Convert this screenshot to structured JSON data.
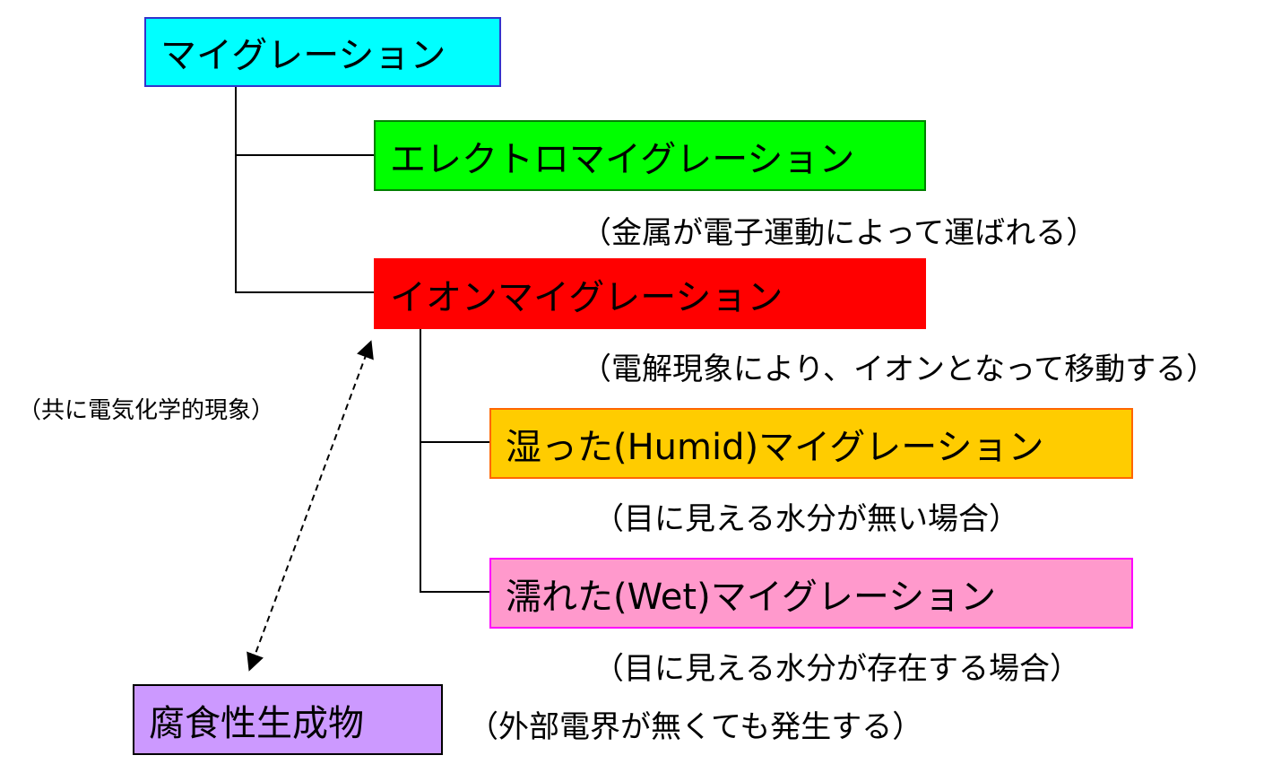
{
  "nodes": {
    "migration": {
      "label": "マイグレーション",
      "fill": "#00ffff",
      "border": "#3333cc"
    },
    "electro": {
      "label": "エレクトロマイグレーション",
      "fill": "#00ff00",
      "border": "#008000"
    },
    "ion": {
      "label": "イオンマイグレーション",
      "fill": "#ff0000",
      "border": "#ff0000"
    },
    "humid": {
      "label": "湿った(Humid)マイグレーション",
      "fill": "#ffcc00",
      "border": "#ff6600"
    },
    "wet": {
      "label": "濡れた(Wet)マイグレーション",
      "fill": "#ff99cc",
      "border": "#ff00ff"
    },
    "corrosion": {
      "label": "腐食性生成物",
      "fill": "#cc99ff",
      "border": "#000000"
    }
  },
  "notes": {
    "electro": "（金属が電子運動によって運ばれる）",
    "ion": "（電解現象により、イオンとなって移動する）",
    "humid": "（目に見える水分が無い場合）",
    "wet": "（目に見える水分が存在する場合）",
    "corrosion": "（外部電界が無くても発生する）",
    "common": "（共に電気化学的現象）"
  }
}
